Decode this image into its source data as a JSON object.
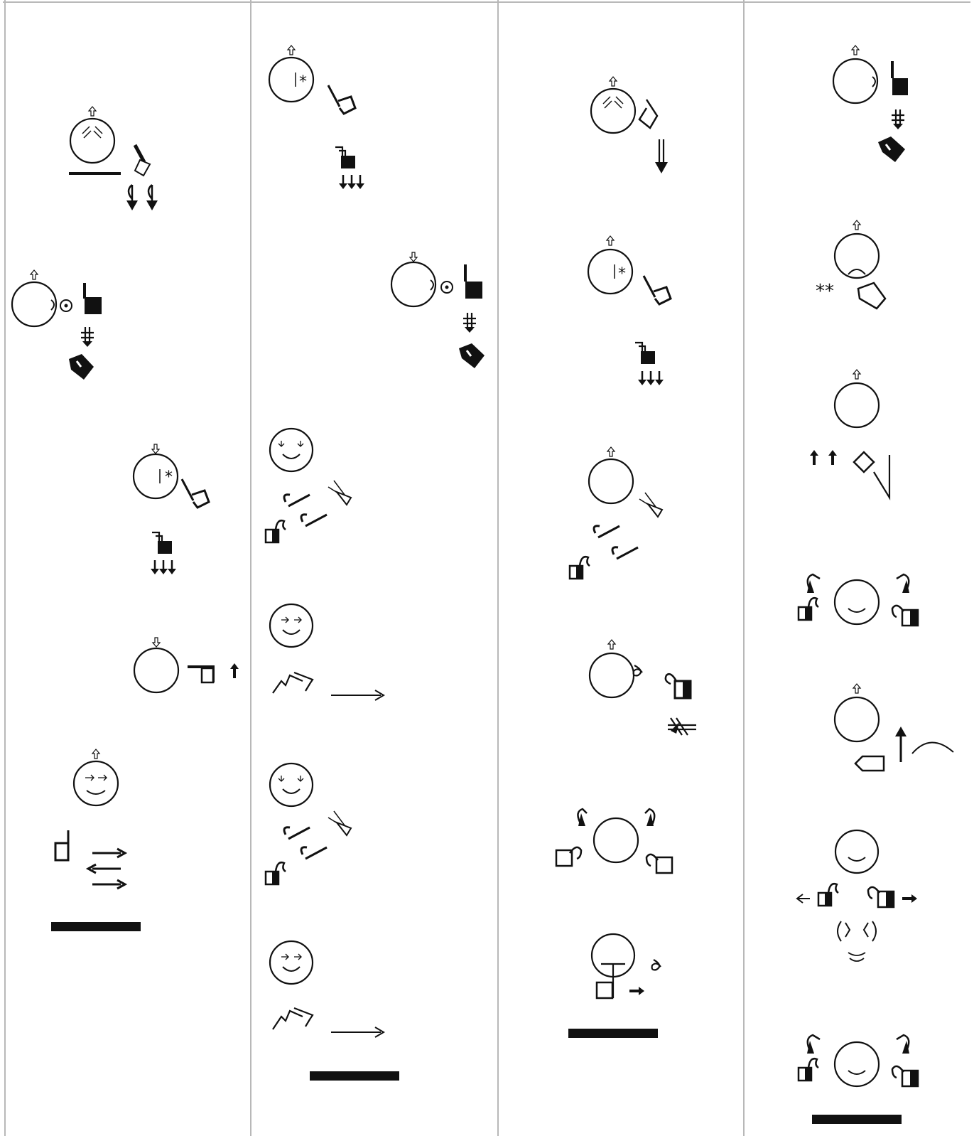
{
  "document": {
    "columns": [
      {
        "id": 1,
        "signs": 5
      },
      {
        "id": 2,
        "signs": 6
      },
      {
        "id": 3,
        "signs": 6
      },
      {
        "id": 4,
        "signs": 7
      }
    ]
  },
  "colors": {
    "ink": "#111111",
    "rule": "#b8b8b8",
    "background": "#ffffff"
  }
}
